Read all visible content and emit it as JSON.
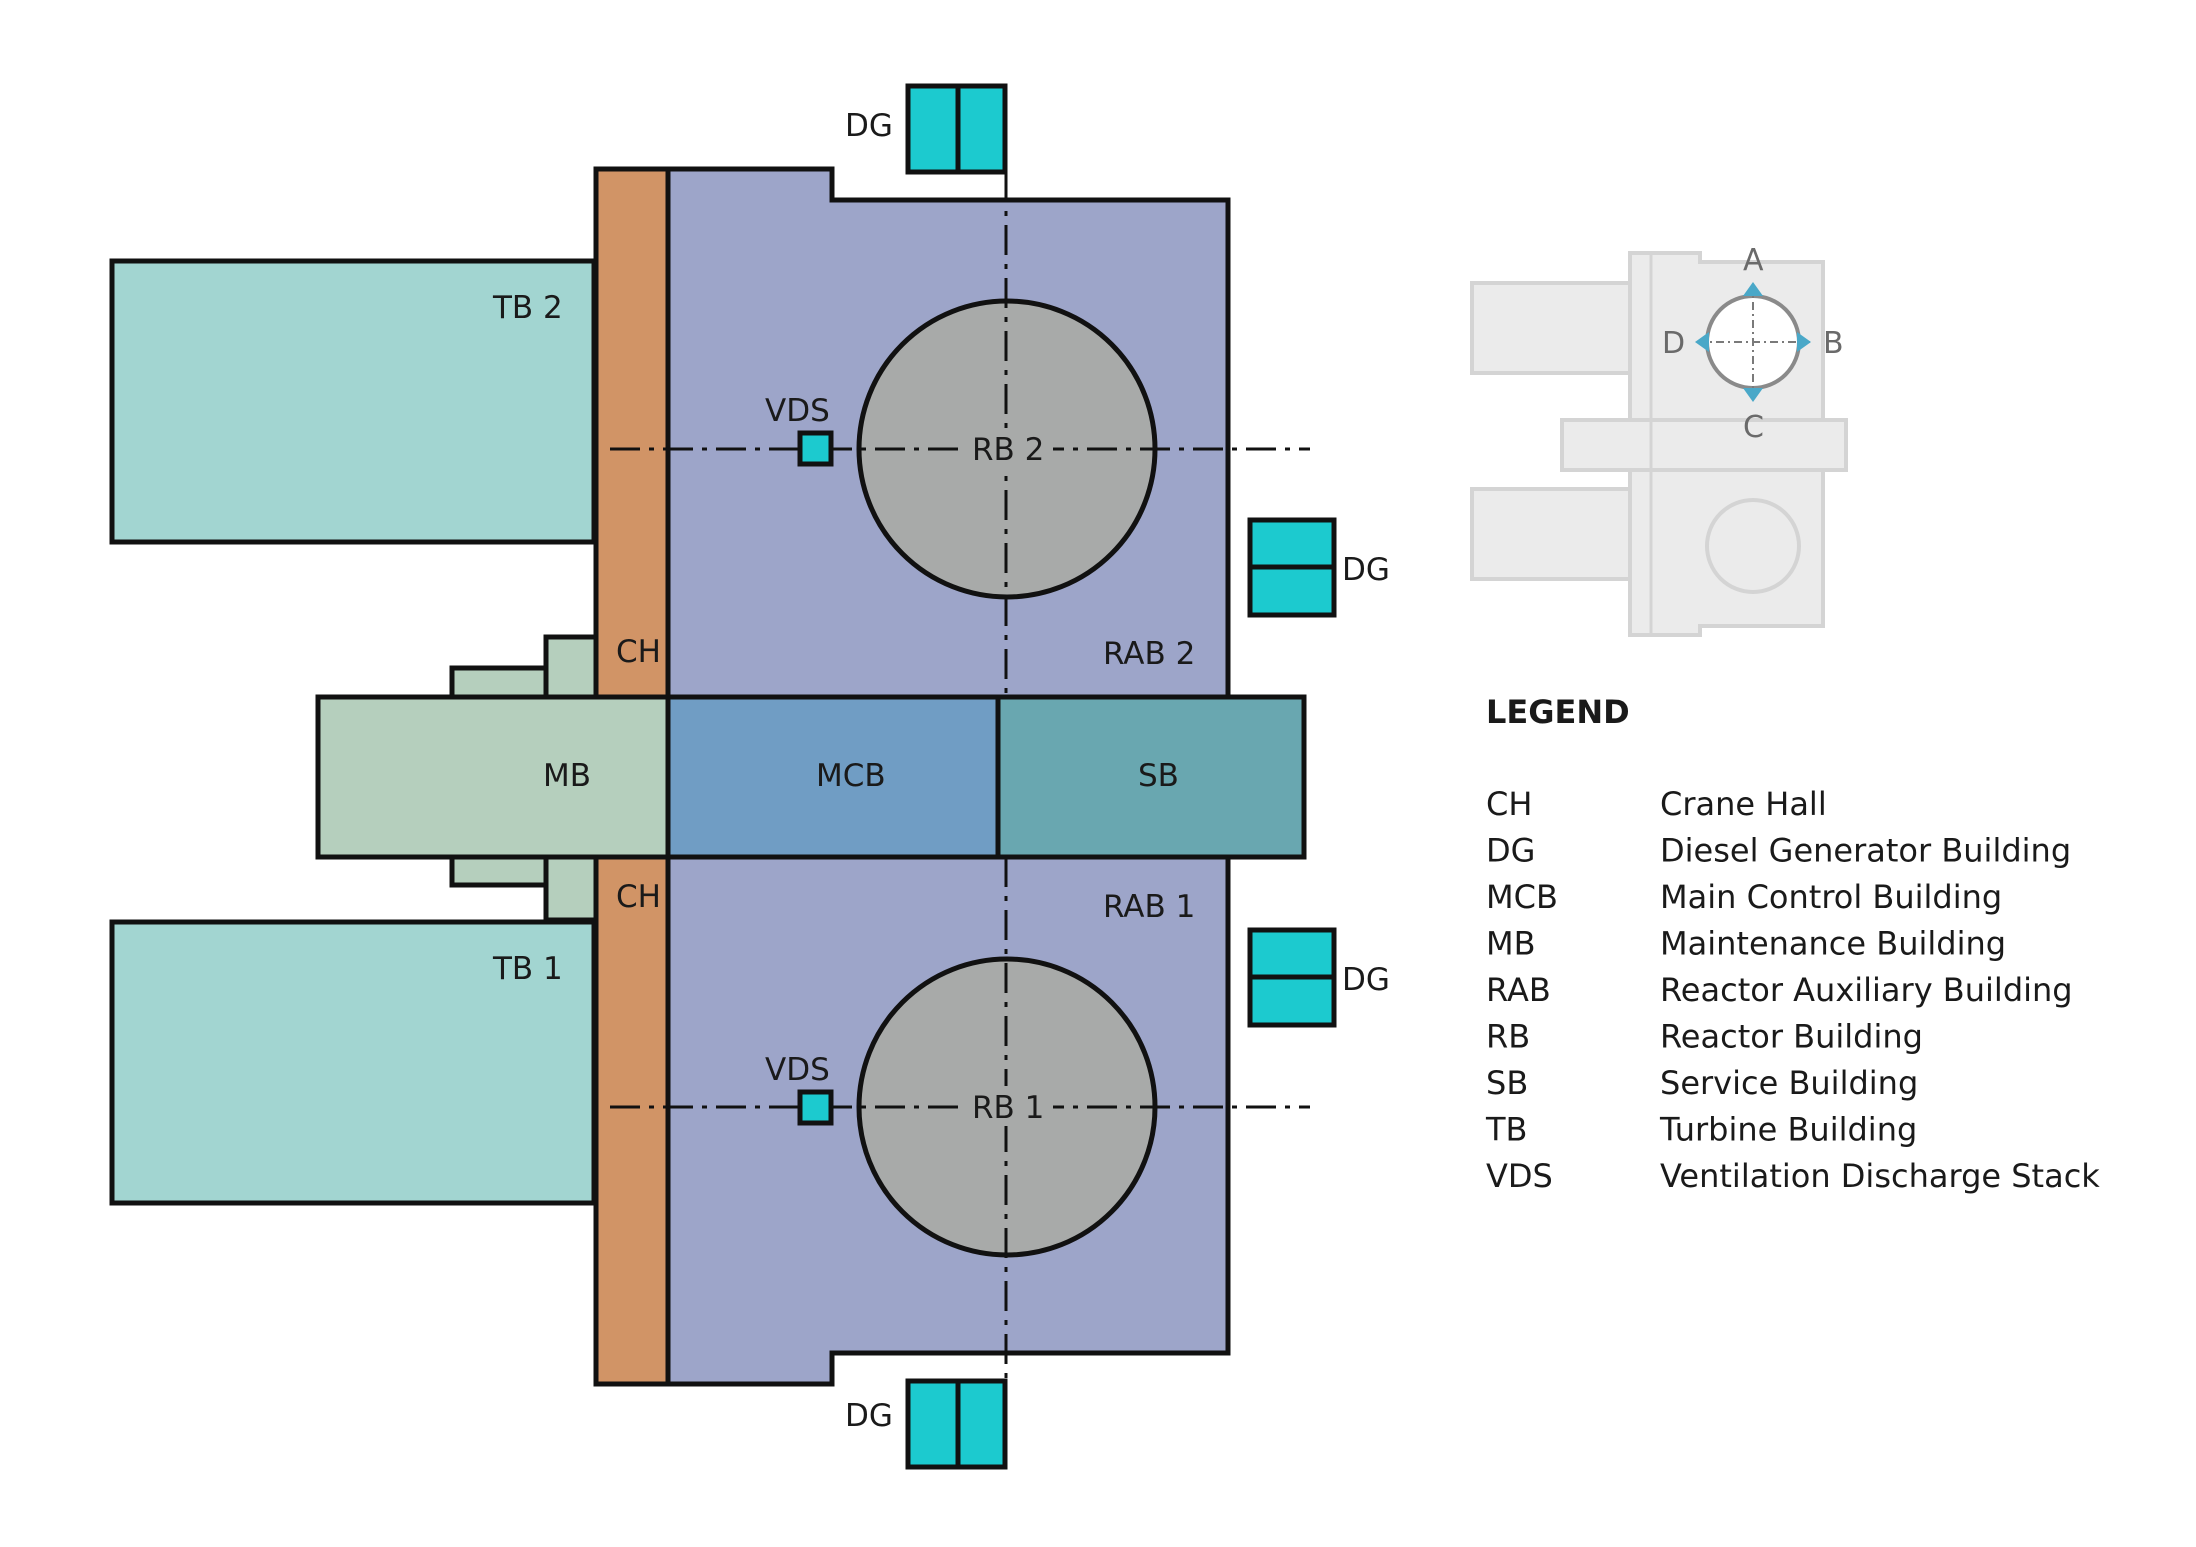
{
  "plan": {
    "units": {
      "tb2": "TB 2",
      "tb1": "TB 1",
      "ch_top": "CH",
      "ch_bottom": "CH",
      "mb": "MB",
      "mcb": "MCB",
      "sb": "SB",
      "rab2": "RAB 2",
      "rab1": "RAB 1",
      "rb2": "RB 2",
      "rb1": "RB 1",
      "vds_top": "VDS",
      "vds_bottom": "VDS",
      "dg_top": "DG",
      "dg_right_upper": "DG",
      "dg_right_lower": "DG",
      "dg_bottom": "DG"
    },
    "colors": {
      "turbine": "#a2d5d1",
      "crane_hall": "#d19466",
      "reactor_aux": "#9da5c9",
      "reactor": "#a8aaa9",
      "maintenance": "#b5cfbd",
      "main_control": "#709dc4",
      "service": "#69a7b0",
      "diesel": "#1ccacf",
      "vds": "#1ccacf"
    }
  },
  "key_plan": {
    "directions": {
      "a": "A",
      "b": "B",
      "c": "C",
      "d": "D"
    },
    "accent_color": "#4aa8c8"
  },
  "legend": {
    "title": "LEGEND",
    "items": [
      {
        "code": "CH",
        "name": "Crane Hall"
      },
      {
        "code": "DG",
        "name": "Diesel Generator Building"
      },
      {
        "code": "MCB",
        "name": "Main Control Building"
      },
      {
        "code": "MB",
        "name": "Maintenance Building"
      },
      {
        "code": "RAB",
        "name": "Reactor Auxiliary Building"
      },
      {
        "code": "RB",
        "name": "Reactor Building"
      },
      {
        "code": "SB",
        "name": "Service Building"
      },
      {
        "code": "TB",
        "name": "Turbine Building"
      },
      {
        "code": "VDS",
        "name": "Ventilation Discharge Stack"
      }
    ]
  }
}
